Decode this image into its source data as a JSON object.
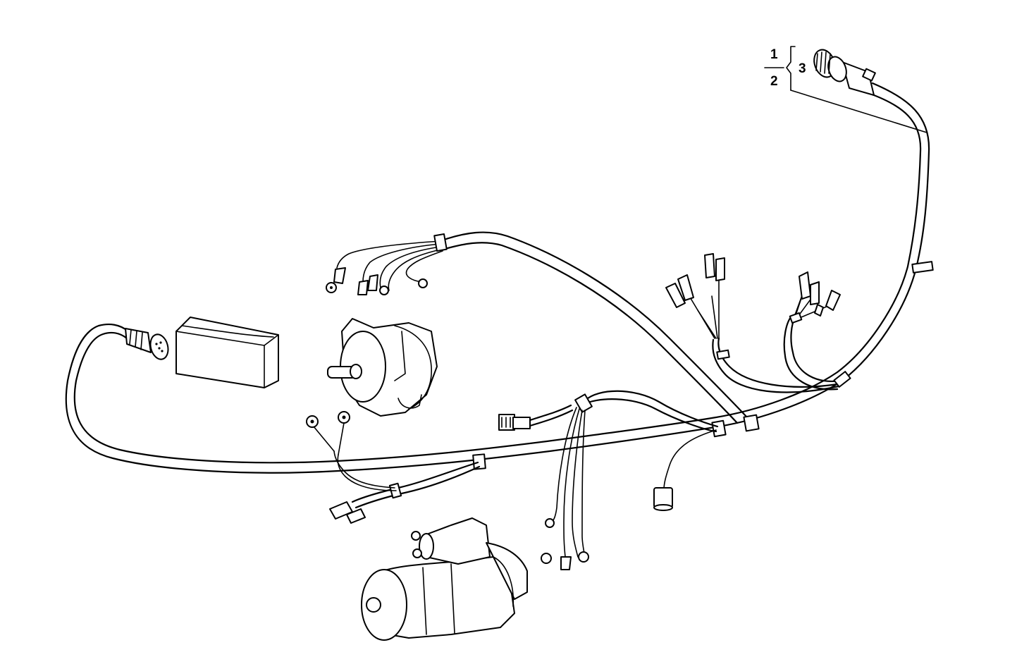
{
  "callouts": {
    "ref_1": "1",
    "ref_2": "2",
    "ref_3": "3"
  },
  "colors": {
    "line": "#000000",
    "background": "#ffffff"
  }
}
